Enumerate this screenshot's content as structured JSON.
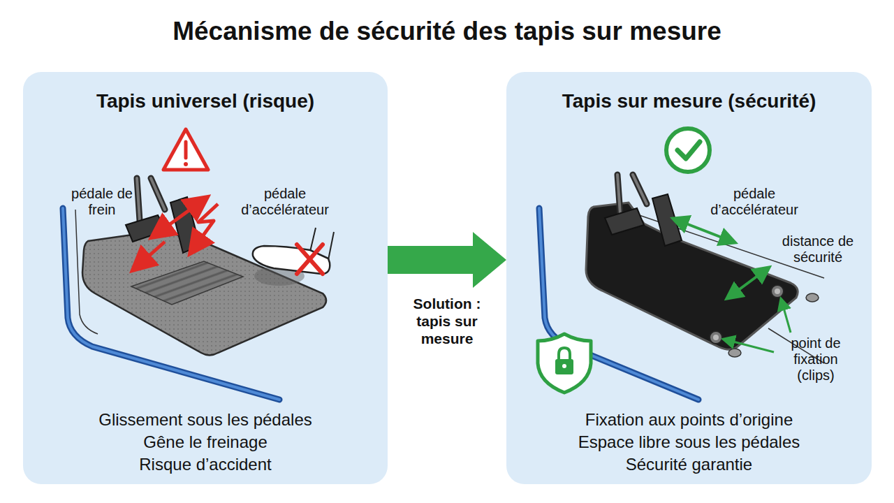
{
  "diagram": {
    "title": "Mécanisme de sécurité des tapis sur mesure",
    "nodes": [
      {
        "text": [
          "Tapis universel (risque)",
          "Glissement sous les pédales",
          "Gêne le freinage",
          "Risque d’accident"
        ]
      },
      {
        "text": [
          "Tapis sur mesure (sécurité)",
          "Fixation aux points d’origine",
          "Espace libre sous les pédales",
          "Sécurité garantie"
        ]
      }
    ],
    "edges": [
      {
        "from": 0,
        "to": 1,
        "arrow": "to",
        "label": "Solution : tapis sur mesure"
      }
    ],
    "labels": [
      "pédale de frein",
      "pédale d’accélérateur",
      "pédale d’accélérateur",
      "distance de sécurité",
      "point de fixation (clips)"
    ]
  }
}
